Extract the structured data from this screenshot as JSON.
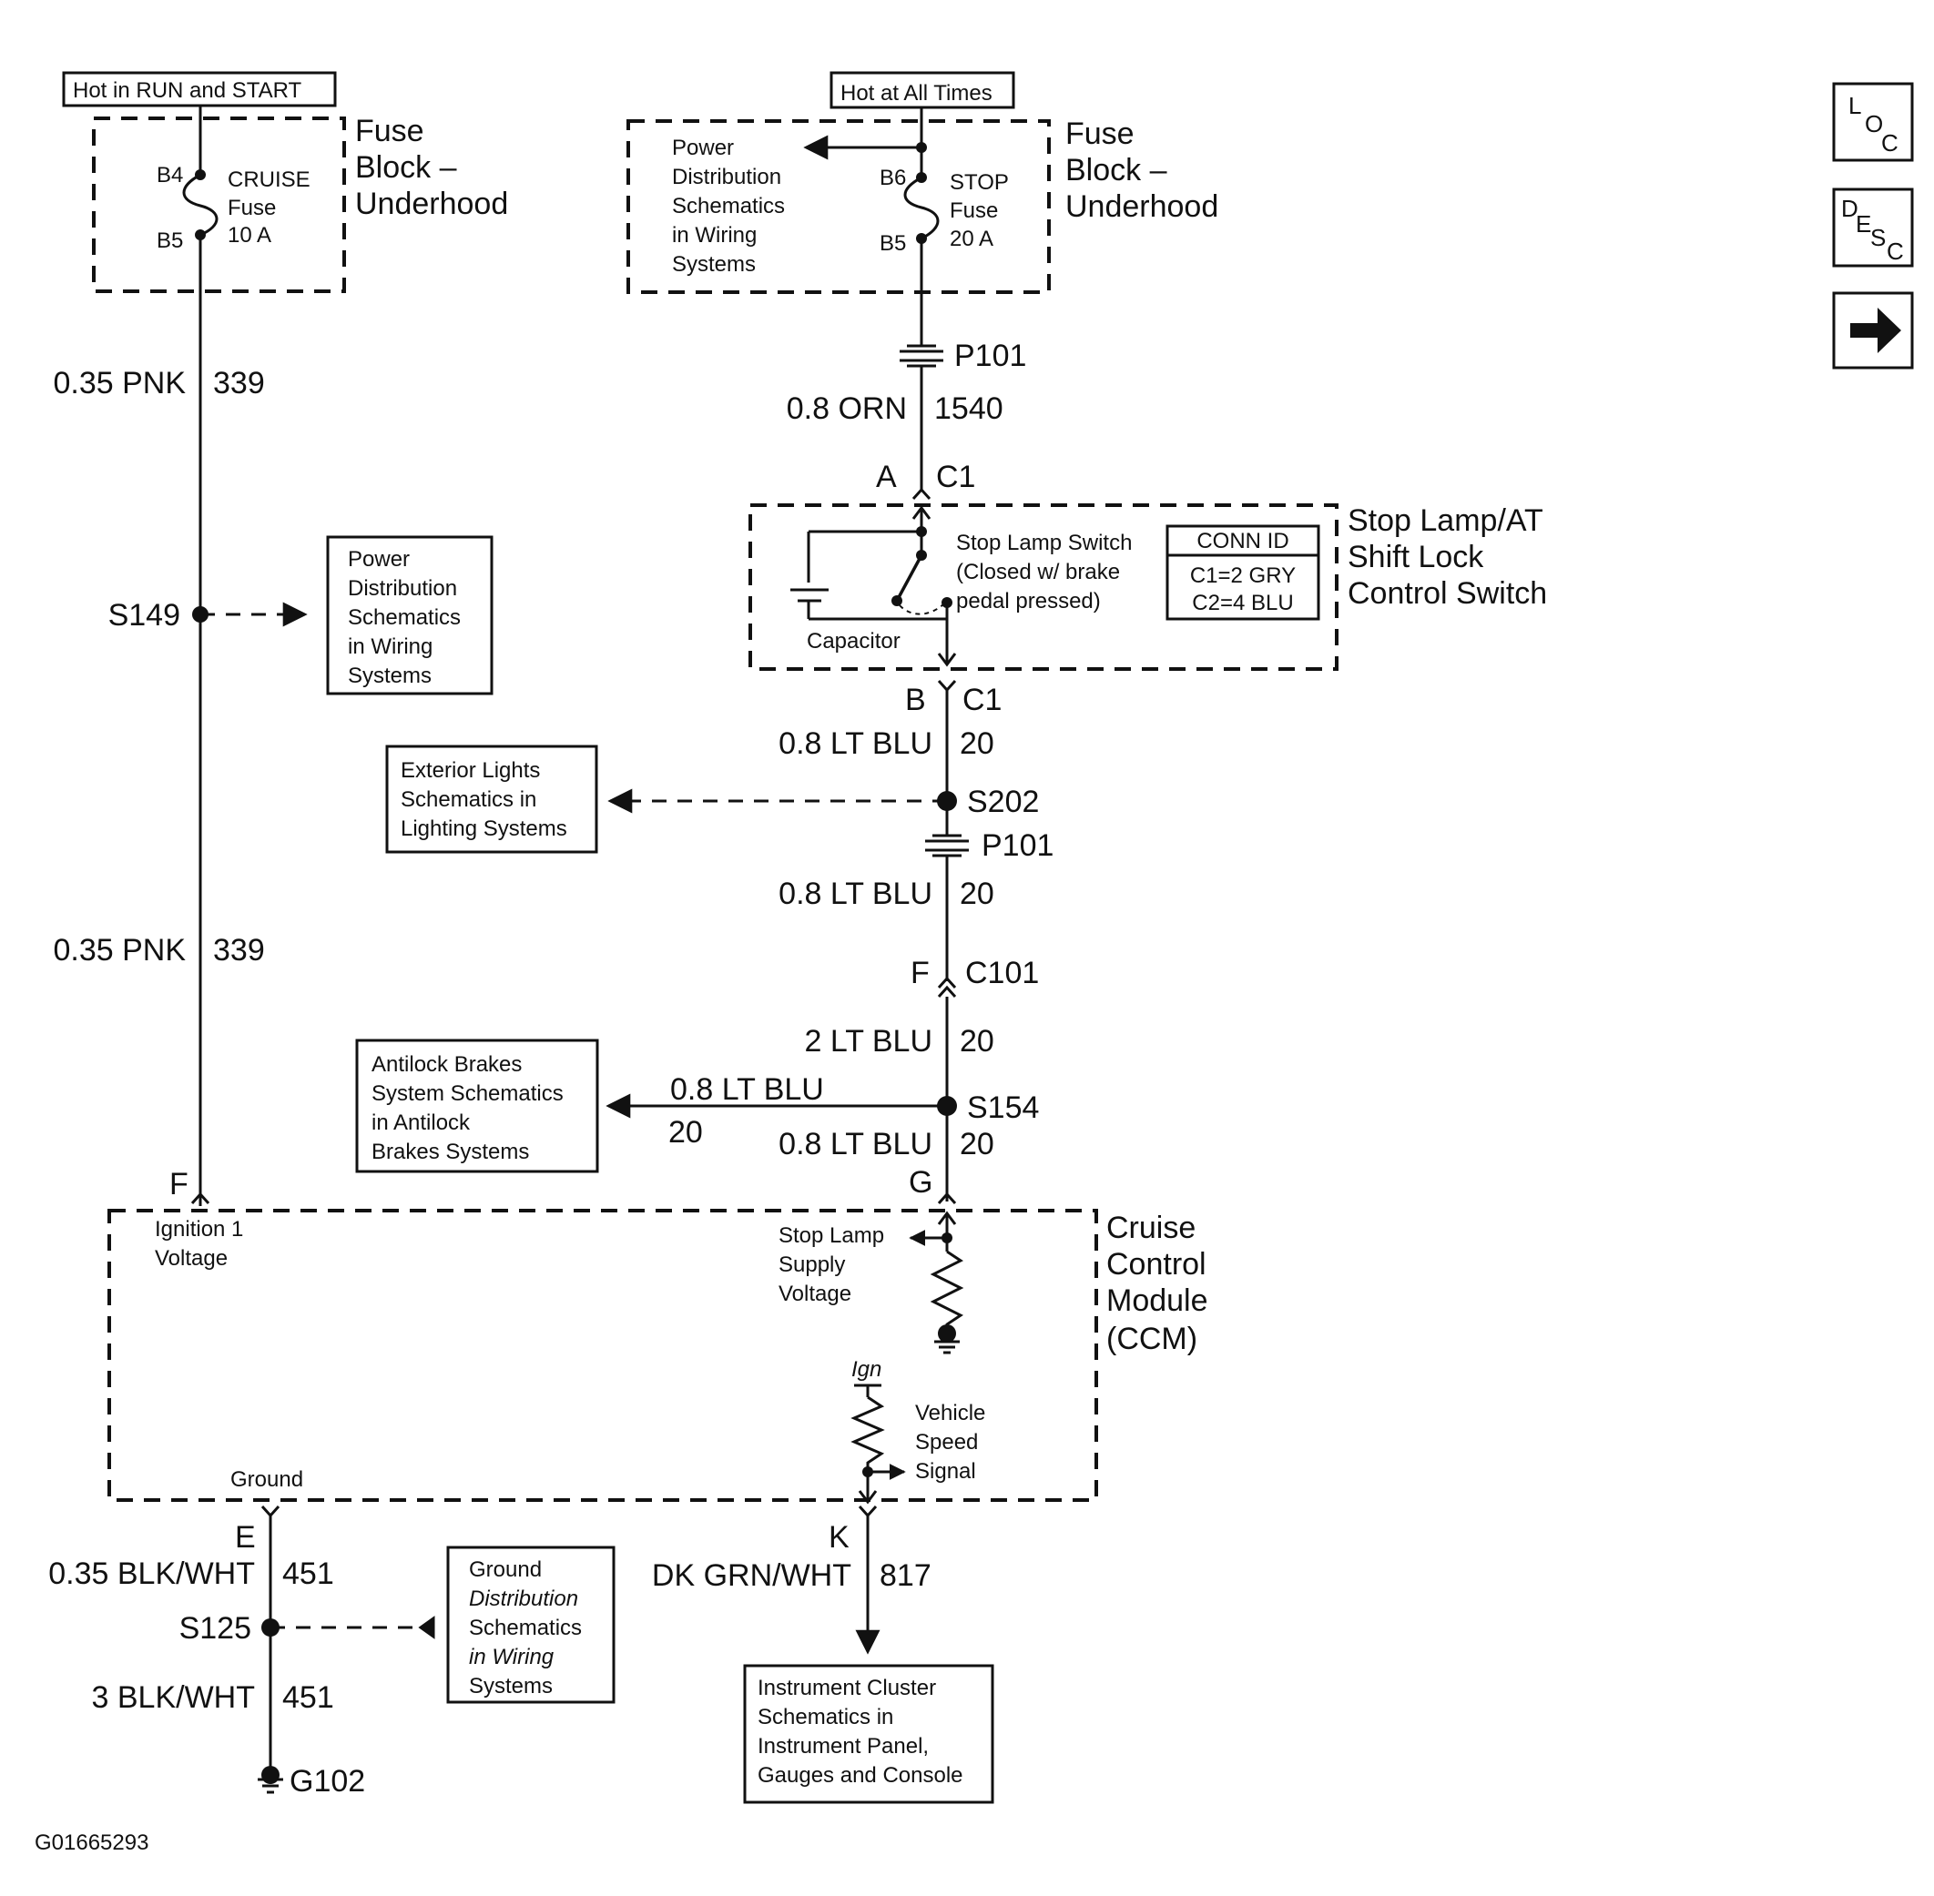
{
  "power": {
    "hot_run_start": "Hot in RUN and START",
    "hot_all_times": "Hot at All Times"
  },
  "fuse_block_left": {
    "line1": "Fuse",
    "line2": "Block –",
    "line3": "Underhood"
  },
  "fuse_block_right": {
    "line1": "Fuse",
    "line2": "Block –",
    "line3": "Underhood"
  },
  "cruise_fuse": {
    "name": "CRUISE",
    "type": "Fuse",
    "rating": "10 A",
    "pin_in": "B4",
    "pin_out": "B5"
  },
  "stop_fuse": {
    "name": "STOP",
    "type": "Fuse",
    "rating": "20 A",
    "pin_in": "B6",
    "pin_out": "B5"
  },
  "refs": {
    "power_dist_top": [
      "Power",
      "Distribution",
      "Schematics",
      "in Wiring",
      "Systems"
    ],
    "power_dist_s149": [
      "Power",
      "Distribution",
      "Schematics",
      "in Wiring",
      "Systems"
    ],
    "exterior_lights": [
      "Exterior Lights",
      "Schematics in",
      "Lighting Systems"
    ],
    "antilock": [
      "Antilock Brakes",
      "System Schematics",
      "in Antilock",
      "Brakes Systems"
    ],
    "ground_dist": [
      "Ground",
      "Distribution",
      "Schematics",
      "in Wiring",
      "Systems"
    ],
    "instrument": [
      "Instrument Cluster",
      "Schematics in",
      "Instrument Panel,",
      "Gauges and Console"
    ]
  },
  "wires": {
    "pnk_top": {
      "size_color": "0.35 PNK",
      "circuit": "339"
    },
    "pnk_bottom": {
      "size_color": "0.35 PNK",
      "circuit": "339"
    },
    "orn": {
      "size_color": "0.8 ORN",
      "circuit": "1540"
    },
    "ltblu_1": {
      "size_color": "0.8 LT BLU",
      "circuit": "20"
    },
    "ltblu_2": {
      "size_color": "0.8 LT BLU",
      "circuit": "20"
    },
    "ltblu_3": {
      "size_color": "2 LT BLU",
      "circuit": "20"
    },
    "ltblu_branch": {
      "size_color": "0.8 LT BLU",
      "circuit": "20"
    },
    "ltblu_4": {
      "size_color": "0.8 LT BLU",
      "circuit": "20"
    },
    "blkwht_1": {
      "size_color": "0.35 BLK/WHT",
      "circuit": "451"
    },
    "blkwht_2": {
      "size_color": "3 BLK/WHT",
      "circuit": "451"
    },
    "dkgrn": {
      "size_color": "DK GRN/WHT",
      "circuit": "817"
    }
  },
  "connectors": {
    "p101_top": "P101",
    "p101_mid": "P101",
    "c1_top_pin": "A",
    "c1_top": "C1",
    "c1_bot_pin": "B",
    "c1_bot": "C1",
    "c101_pin": "F",
    "c101": "C101",
    "ccm_f": "F",
    "ccm_g": "G",
    "ccm_e": "E",
    "ccm_k": "K"
  },
  "splices": {
    "s149": "S149",
    "s202": "S202",
    "s154": "S154",
    "s125": "S125"
  },
  "ground": {
    "g102": "G102"
  },
  "stop_switch": {
    "title": [
      "Stop Lamp/AT",
      "Shift Lock",
      "Control Switch"
    ],
    "switch_label": [
      "Stop Lamp Switch",
      "(Closed w/ brake",
      "pedal pressed)"
    ],
    "capacitor": "Capacitor",
    "conn_id": {
      "header": "CONN ID",
      "c1": "C1=2 GRY",
      "c2": "C2=4 BLU"
    }
  },
  "ccm": {
    "title": [
      "Cruise",
      "Control",
      "Module",
      "(CCM)"
    ],
    "ignition": [
      "Ignition 1",
      "Voltage"
    ],
    "stop_supply": [
      "Stop Lamp",
      "Supply",
      "Voltage"
    ],
    "ign": "Ign",
    "vss": [
      "Vehicle",
      "Speed",
      "Signal"
    ],
    "ground": "Ground"
  },
  "figure_id": "G01665293",
  "nav": {
    "loc": {
      "l": "L",
      "o": "O",
      "c": "C"
    },
    "desc": {
      "d": "D",
      "e": "E",
      "s": "S",
      "c": "C"
    }
  }
}
